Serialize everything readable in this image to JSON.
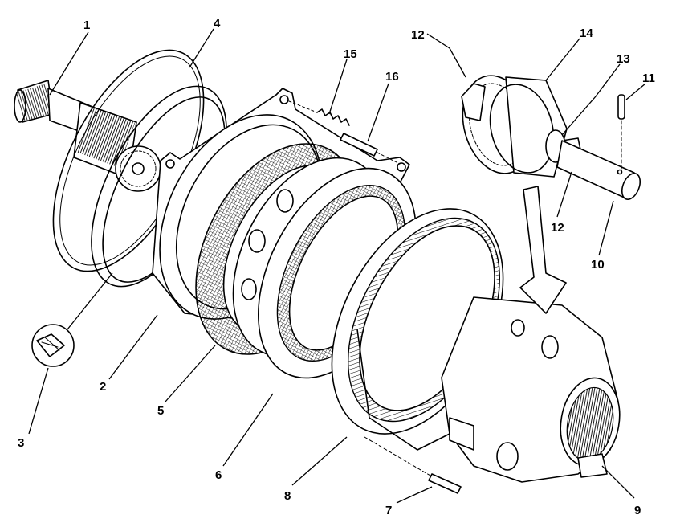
{
  "callouts": {
    "c1": "1",
    "c2": "2",
    "c3": "3",
    "c4": "4",
    "c5": "5",
    "c6": "6",
    "c7": "7",
    "c8": "8",
    "c9": "9",
    "c10": "10",
    "c11": "11",
    "c12a": "12",
    "c12b": "12",
    "c13": "13",
    "c14": "14",
    "c15": "15",
    "c16": "16"
  }
}
